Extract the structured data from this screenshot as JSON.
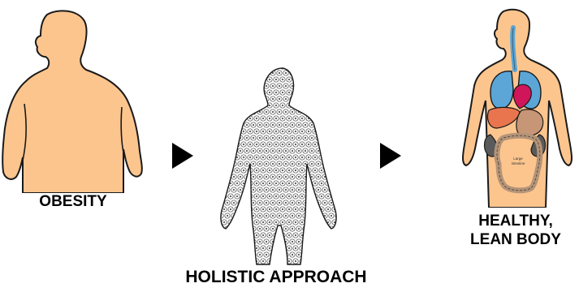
{
  "labels": {
    "obesity": "OBESITY",
    "holistic": "HOLISTIC APPROACH",
    "healthy_line1": "HEALTHY,",
    "healthy_line2": "LEAN BODY"
  },
  "organ_label": {
    "line1": "Large",
    "line2": "intestine"
  },
  "colors": {
    "skin": "#fcc58e",
    "outline": "#1a1a1a",
    "lungs": "#5ba6d6",
    "heart": "#d0155a",
    "liver": "#e8754e",
    "stomach": "#c79677",
    "kidneys": "#5a5a5a",
    "intestine": "#b49478",
    "arrow": "#000000"
  },
  "icons": {
    "arrow1": "right-triangle-icon",
    "arrow2": "right-triangle-icon"
  }
}
